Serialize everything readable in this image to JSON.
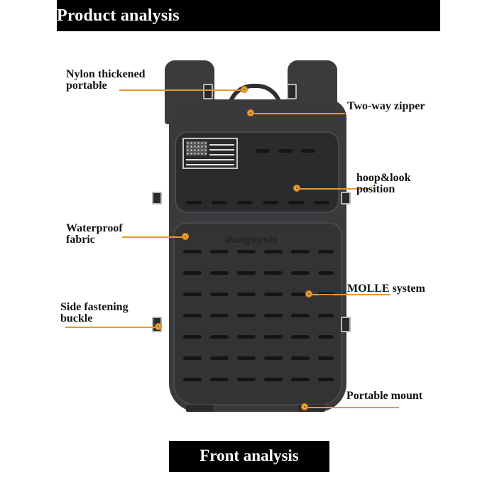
{
  "header": {
    "title": "Product analysis"
  },
  "footer": {
    "label": "Front analysis"
  },
  "product": {
    "logo_text": "dungeysis",
    "patch": "us-flag-patch"
  },
  "callouts": [
    {
      "id": "nylon-handle",
      "line1": "Nylon thickened",
      "line2": "portable"
    },
    {
      "id": "two-way-zipper",
      "line1": "Two-way zipper",
      "line2": ""
    },
    {
      "id": "hoop-loop",
      "line1": "hoop&look",
      "line2": "position"
    },
    {
      "id": "waterproof",
      "line1": "Waterproof",
      "line2": "fabric"
    },
    {
      "id": "molle",
      "line1": "MOLLE system",
      "line2": ""
    },
    {
      "id": "side-buckle",
      "line1": "Side fastening",
      "line2": "buckle"
    },
    {
      "id": "portable-mount",
      "line1": "Portable mount",
      "line2": ""
    }
  ],
  "colors": {
    "accent": "#e39a2e",
    "title_bg": "#000000",
    "title_text": "#ffffff",
    "label_text": "#111111"
  }
}
